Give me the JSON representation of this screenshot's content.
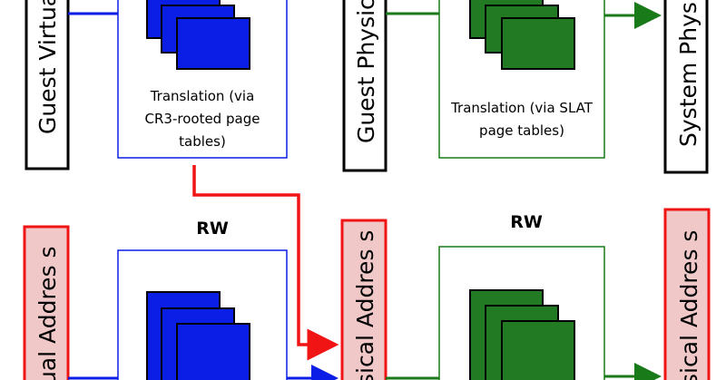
{
  "colors": {
    "blue": "#0a1ee6",
    "blue_fill": "#0a1ee6",
    "green": "#197a19",
    "green_fill": "#227a22",
    "red": "#f01414",
    "pink_fill": "#f0c8c8",
    "black": "#000000"
  },
  "top": {
    "guest_virtual_label": "Guest Virtual",
    "guest_physical_label": "Guest Physical",
    "system_physical_label": "System Physical",
    "translation_cr3": [
      "Translation (via",
      "CR3-rooted page",
      "tables)"
    ],
    "translation_slat": [
      "Translation (via SLAT",
      "page tables)"
    ]
  },
  "bottom": {
    "rw_left": "RW",
    "rw_right": "RW",
    "left_address_label": "ual Addres s",
    "middle_address_label": "sical Addres s",
    "right_address_label": "sical Addres s"
  }
}
